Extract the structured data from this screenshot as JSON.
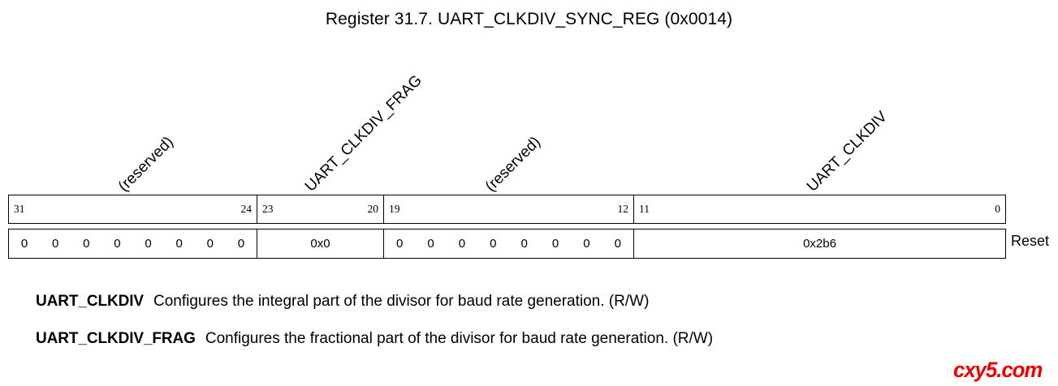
{
  "title": "Register 31.7. UART_CLKDIV_SYNC_REG (0x0014)",
  "register": {
    "name": "UART_CLKDIV_SYNC_REG",
    "address": "0x0014",
    "reset_caption": "Reset",
    "fields": [
      {
        "label": "(reserved)",
        "bit_high": "31",
        "bit_low": "24",
        "width_bits": 8,
        "value_kind": "bits",
        "bits": [
          "0",
          "0",
          "0",
          "0",
          "0",
          "0",
          "0",
          "0"
        ],
        "value": ""
      },
      {
        "label": "UART_CLKDIV_FRAG",
        "bit_high": "23",
        "bit_low": "20",
        "width_bits": 4,
        "value_kind": "hex",
        "bits": [],
        "value": "0x0"
      },
      {
        "label": "(reserved)",
        "bit_high": "19",
        "bit_low": "12",
        "width_bits": 8,
        "value_kind": "bits",
        "bits": [
          "0",
          "0",
          "0",
          "0",
          "0",
          "0",
          "0",
          "0"
        ],
        "value": ""
      },
      {
        "label": "UART_CLKDIV",
        "bit_high": "11",
        "bit_low": "0",
        "width_bits": 12,
        "value_kind": "hex",
        "bits": [],
        "value": "0x2b6"
      }
    ]
  },
  "descriptions": [
    {
      "name": "UART_CLKDIV",
      "text": "Configures the integral part of the divisor for baud rate generation. (R/W)"
    },
    {
      "name": "UART_CLKDIV_FRAG",
      "text": "Configures the fractional part of the divisor for baud rate generation. (R/W)"
    }
  ],
  "watermark": {
    "text": "cxy5.com",
    "color": "#ee0000"
  }
}
